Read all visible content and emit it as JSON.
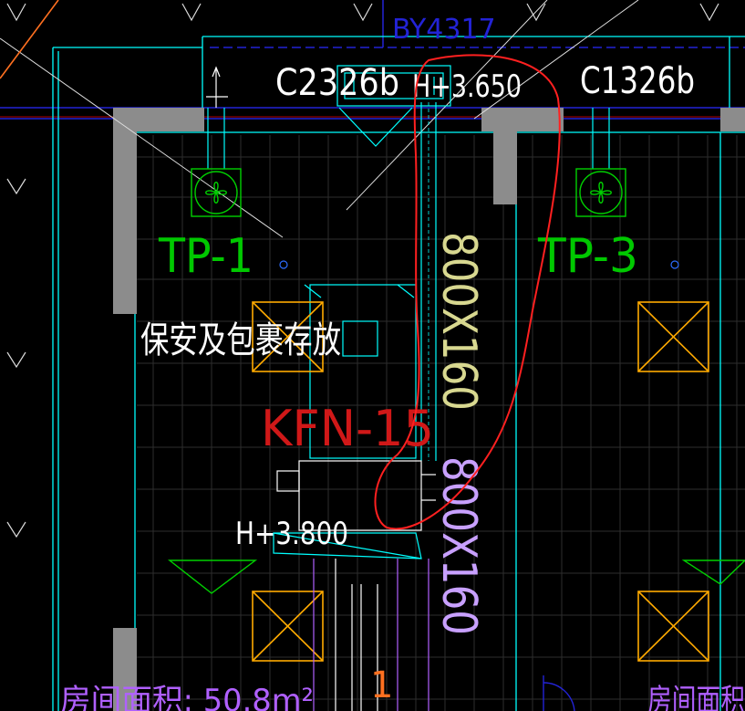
{
  "drawing": {
    "grid_label": "BY4317",
    "window_left": "C2326b",
    "window_right": "C1326b",
    "elevation_top": "H+3.650",
    "elevation_mid": "H+3.800",
    "fan_left": "TP-1",
    "fan_right": "TP-3",
    "fan_unit": "KFN-15",
    "room_name": "保安及包裹存放",
    "duct_upper": "800X160",
    "duct_lower": "800X160",
    "marker_one": "1",
    "bottom_left_text": "房间面积: 50.8m²",
    "bottom_right_text": "房间面积"
  },
  "colors": {
    "background": "#000000",
    "wall_fill": "#8c8c8c",
    "wall_edge": "#00ffff",
    "grid_line": "#2e2e2e",
    "dim_blue": "#2323d6",
    "fan_green": "#00d000",
    "label_green": "#00c800",
    "diffuser_orange": "#ffaa00",
    "fan_unit_red": "#d01818",
    "duct_text": "#d8d890",
    "duct_lower_text": "#c8a0ff",
    "markup_red": "#ff2020",
    "white": "#ffffff",
    "magenta": "#b060ff"
  }
}
